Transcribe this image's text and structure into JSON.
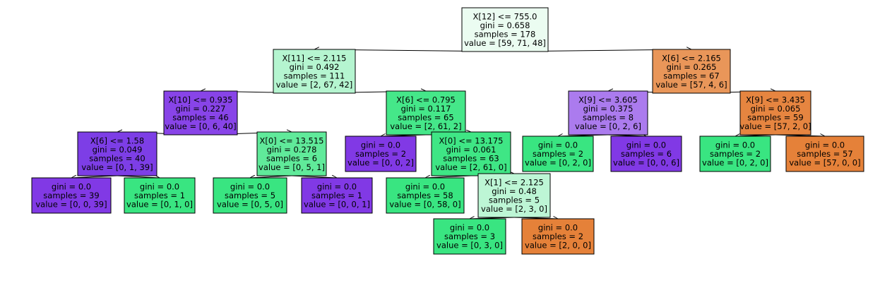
{
  "tree": {
    "nodes": [
      {
        "id": "n0",
        "lines": [
          "X[12] <= 755.0",
          "gini = 0.658",
          "samples = 178",
          "value = [59, 71, 48]"
        ],
        "fill": "#ebfcf1"
      },
      {
        "id": "n1",
        "lines": [
          "X[11] <= 2.115",
          "gini = 0.492",
          "samples = 111",
          "value = [2, 67, 42]"
        ],
        "fill": "#b5f5d0"
      },
      {
        "id": "n2",
        "lines": [
          "X[10] <= 0.935",
          "gini = 0.227",
          "samples = 46",
          "value = [0, 6, 40]"
        ],
        "fill": "#8844e8"
      },
      {
        "id": "n3",
        "lines": [
          "X[6] <= 1.58",
          "gini = 0.049",
          "samples = 40",
          "value = [0, 1, 39]"
        ],
        "fill": "#7d3ee6"
      },
      {
        "id": "n4",
        "lines": [
          "gini = 0.0",
          "samples = 39",
          "value = [0, 0, 39]"
        ],
        "fill": "#8139e5"
      },
      {
        "id": "n5",
        "lines": [
          "gini = 0.0",
          "samples = 1",
          "value = [0, 1, 0]"
        ],
        "fill": "#39e581"
      },
      {
        "id": "n6",
        "lines": [
          "X[0] <= 13.515",
          "gini = 0.278",
          "samples = 6",
          "value = [0, 5, 1]"
        ],
        "fill": "#60ea9a"
      },
      {
        "id": "n7",
        "lines": [
          "gini = 0.0",
          "samples = 5",
          "value = [0, 5, 0]"
        ],
        "fill": "#39e581"
      },
      {
        "id": "n8",
        "lines": [
          "gini = 0.0",
          "samples = 1",
          "value = [0, 0, 1]"
        ],
        "fill": "#8139e5"
      },
      {
        "id": "n9",
        "lines": [
          "X[6] <= 0.795",
          "gini = 0.117",
          "samples = 65",
          "value = [2, 61, 2]"
        ],
        "fill": "#45e789"
      },
      {
        "id": "n10",
        "lines": [
          "gini = 0.0",
          "samples = 2",
          "value = [0, 0, 2]"
        ],
        "fill": "#8139e5"
      },
      {
        "id": "n11",
        "lines": [
          "X[0] <= 13.175",
          "gini = 0.061",
          "samples = 63",
          "value = [2, 61, 0]"
        ],
        "fill": "#3fe685"
      },
      {
        "id": "n12",
        "lines": [
          "gini = 0.0",
          "samples = 58",
          "value = [0, 58, 0]"
        ],
        "fill": "#39e581"
      },
      {
        "id": "n13",
        "lines": [
          "X[1] <= 2.125",
          "gini = 0.48",
          "samples = 5",
          "value = [2, 3, 0]"
        ],
        "fill": "#bdf6d5"
      },
      {
        "id": "n14",
        "lines": [
          "gini = 0.0",
          "samples = 3",
          "value = [0, 3, 0]"
        ],
        "fill": "#39e581"
      },
      {
        "id": "n15",
        "lines": [
          "gini = 0.0",
          "samples = 2",
          "value = [2, 0, 0]"
        ],
        "fill": "#e58139"
      },
      {
        "id": "n16",
        "lines": [
          "X[6] <= 2.165",
          "gini = 0.265",
          "samples = 67",
          "value = [57, 4, 6]"
        ],
        "fill": "#e99659"
      },
      {
        "id": "n17",
        "lines": [
          "X[9] <= 3.605",
          "gini = 0.375",
          "samples = 8",
          "value = [0, 2, 6]"
        ],
        "fill": "#ab7bee"
      },
      {
        "id": "n18",
        "lines": [
          "gini = 0.0",
          "samples = 2",
          "value = [0, 2, 0]"
        ],
        "fill": "#39e581"
      },
      {
        "id": "n19",
        "lines": [
          "gini = 0.0",
          "samples = 6",
          "value = [0, 0, 6]"
        ],
        "fill": "#8139e5"
      },
      {
        "id": "n20",
        "lines": [
          "X[9] <= 3.435",
          "gini = 0.065",
          "samples = 59",
          "value = [57, 2, 0]"
        ],
        "fill": "#e68540"
      },
      {
        "id": "n21",
        "lines": [
          "gini = 0.0",
          "samples = 2",
          "value = [0, 2, 0]"
        ],
        "fill": "#39e581"
      },
      {
        "id": "n22",
        "lines": [
          "gini = 0.0",
          "samples = 57",
          "value = [57, 0, 0]"
        ],
        "fill": "#e58139"
      }
    ],
    "edges": [
      [
        "n0",
        "n1"
      ],
      [
        "n0",
        "n16"
      ],
      [
        "n1",
        "n2"
      ],
      [
        "n1",
        "n9"
      ],
      [
        "n2",
        "n3"
      ],
      [
        "n2",
        "n6"
      ],
      [
        "n3",
        "n4"
      ],
      [
        "n3",
        "n5"
      ],
      [
        "n6",
        "n7"
      ],
      [
        "n6",
        "n8"
      ],
      [
        "n9",
        "n10"
      ],
      [
        "n9",
        "n11"
      ],
      [
        "n11",
        "n12"
      ],
      [
        "n11",
        "n13"
      ],
      [
        "n13",
        "n14"
      ],
      [
        "n13",
        "n15"
      ],
      [
        "n16",
        "n17"
      ],
      [
        "n16",
        "n20"
      ],
      [
        "n17",
        "n18"
      ],
      [
        "n17",
        "n19"
      ],
      [
        "n20",
        "n21"
      ],
      [
        "n20",
        "n22"
      ]
    ]
  }
}
